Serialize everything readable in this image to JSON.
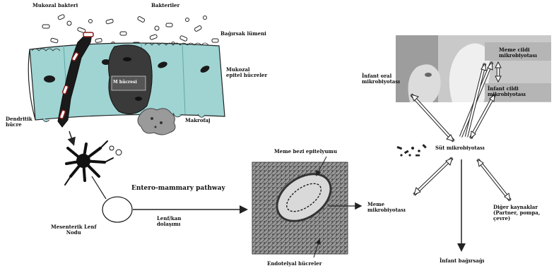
{
  "labels": {
    "mucosal_bacteria": "Mukozal bakteri",
    "bacteria": "Bakteriler",
    "gut_lumen": "Bağırsak lümeni",
    "mucosal_epithelium": [
      "Mukozal",
      "epitel hücreler"
    ],
    "dendritic_cell": [
      "Dendritik",
      "hücre"
    ],
    "m_cell": "M hücresi",
    "macrophage": "Makrofaj",
    "entero_mammary_pathway": "Entero-mammary pathway",
    "mesenteric_lymph_node": [
      "Mesenterik Lenf",
      "Nodu"
    ],
    "lymph_circulation": [
      "Lenf/kan",
      "dolaşımı"
    ],
    "mammary_gland_epithelium": "Meme bezi epitelyumu",
    "endothelial_cells": "Endotelyal hücreler",
    "skin_microbiota_right": [
      "Meme cildi",
      "mikrobiyotası"
    ],
    "infant_oral_microbiota": [
      "İnfant oral",
      "mikrobiyotası"
    ],
    "infant_skin_microbiota": [
      "İnfant cildi",
      "mikrobiyotası"
    ],
    "milk_microbiota": "Süt mikrobiyotası",
    "breast_microbiota": [
      "Meme",
      "mikrobiyotası"
    ],
    "other_sources": [
      "Diğer kaynaklar",
      "(Partner, pompa,",
      "çevre)"
    ],
    "infant_gut": "İnfant bağırsağı"
  },
  "colors": {
    "epithelium": "#9fd4d3",
    "epithelium_dark": "#5fa9a8",
    "nucleus": "#1a1a1a",
    "m_cell": "#3a3a3a",
    "tissue": "#8c8c8c",
    "photo_bg": "#c9c9c9",
    "arrow": "#222222"
  }
}
